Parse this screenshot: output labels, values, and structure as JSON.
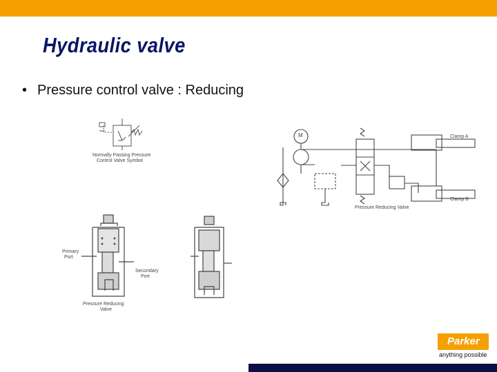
{
  "slide": {
    "title": "Hydraulic valve",
    "bullet_symbol": "•",
    "bullet_text": "Pressure control valve : Reducing"
  },
  "figures": {
    "symbol_caption_line1": "Normally Passing Pressure",
    "symbol_caption_line2": "Control Valve Symbol",
    "primary_port_line1": "Primary",
    "primary_port_line2": "Port",
    "secondary_port_line1": "Secondary",
    "secondary_port_line2": "Port",
    "valve_caption_line1": "Pressure Reducing",
    "valve_caption_line2": "Valve",
    "motor_label": "M",
    "clamp_a": "Clamp A",
    "clamp_b": "Clamp B",
    "circuit_caption": "Pressure Reducing Valve"
  },
  "branding": {
    "logo_name": "Parker",
    "tagline": "anything possible"
  },
  "colors": {
    "top_bar": "#f5a000",
    "title": "#0a1464",
    "bottom_bar": "#0a0f46",
    "logo_orange": "#f5a000"
  }
}
